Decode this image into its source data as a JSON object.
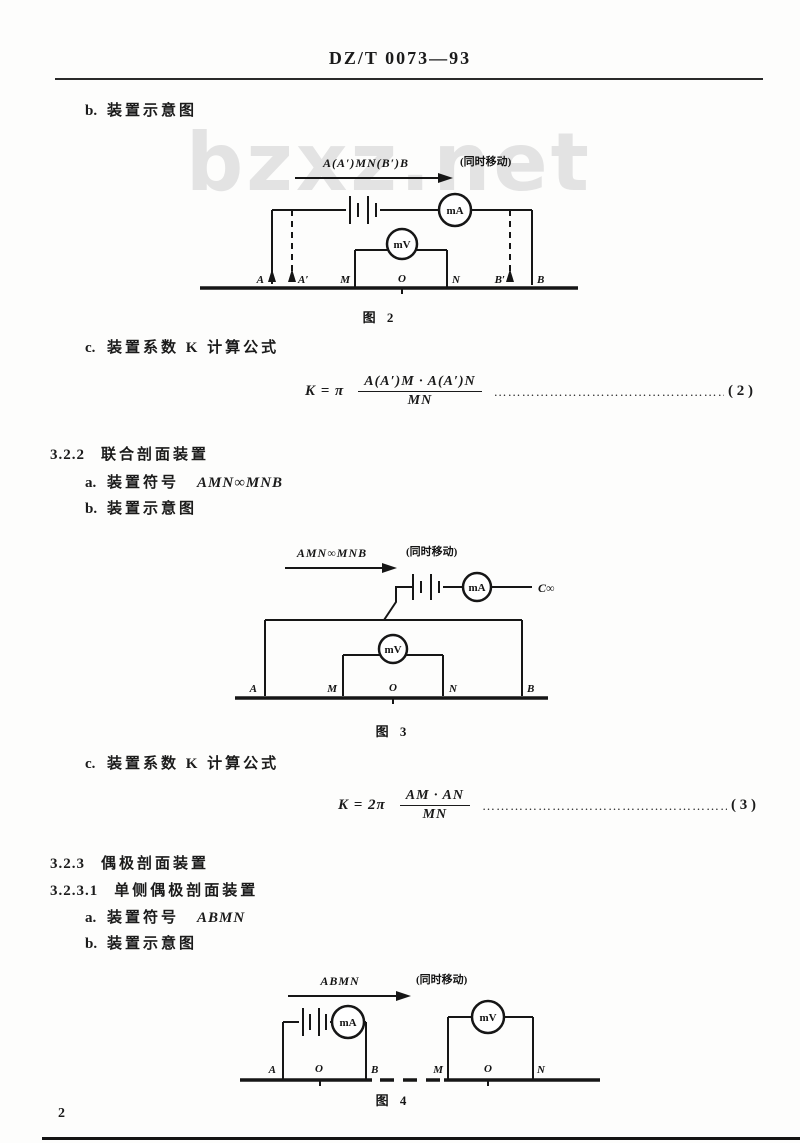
{
  "page": {
    "header": "DZ/T 0073—93",
    "page_number": "2",
    "watermark": "bzxz.net"
  },
  "lines": {
    "b1": {
      "bullet": "b.",
      "text": "装置示意图"
    },
    "c1": {
      "bullet": "c.",
      "text": "装置系数 K 计算公式"
    },
    "s322": {
      "number": "3.2.2",
      "title": "联合剖面装置"
    },
    "a2": {
      "bullet": "a.",
      "label": "装置符号",
      "symbol": "AMN∞MNB"
    },
    "b2": {
      "bullet": "b.",
      "text": "装置示意图"
    },
    "c2": {
      "bullet": "c.",
      "text": "装置系数 K 计算公式"
    },
    "s323": {
      "number": "3.2.3",
      "title": "偶极剖面装置"
    },
    "s3231": {
      "number": "3.2.3.1",
      "title": "单侧偶极剖面装置"
    },
    "a3": {
      "bullet": "a.",
      "label": "装置符号",
      "symbol": "ABMN"
    },
    "b3": {
      "bullet": "b.",
      "text": "装置示意图"
    }
  },
  "formulas": {
    "f2": {
      "lhs": "K = π",
      "numerator": "A(A′)M · A(A′)N",
      "denominator": "MN",
      "dots": "………………………………………………",
      "number": "( 2 )"
    },
    "f3": {
      "lhs": "K = 2π",
      "numerator": "AM · AN",
      "denominator": "MN",
      "dots": "………………………………………………",
      "number": "( 3 )"
    }
  },
  "fig2": {
    "caption": "图 2",
    "arrow_label": "A(A′)MN(B′)B",
    "arrow_note": "(同时移动)",
    "meter_ma": "mA",
    "meter_mv": "mV",
    "electrodes": [
      "A",
      "A′",
      "M",
      "O",
      "N",
      "B′",
      "B"
    ]
  },
  "fig3": {
    "caption": "图 3",
    "arrow_label": "AMN∞MNB",
    "arrow_note": "(同时移动)",
    "meter_ma": "mA",
    "meter_mv": "mV",
    "c_inf": "C∞",
    "electrodes": [
      "A",
      "M",
      "O",
      "N",
      "B"
    ]
  },
  "fig4": {
    "caption": "图 4",
    "arrow_label": "ABMN",
    "arrow_note": "(同时移动)",
    "meter_ma": "mA",
    "meter_mv": "mV",
    "electrodes_left": [
      "A",
      "O",
      "B"
    ],
    "electrodes_right": [
      "M",
      "O",
      "N"
    ]
  }
}
